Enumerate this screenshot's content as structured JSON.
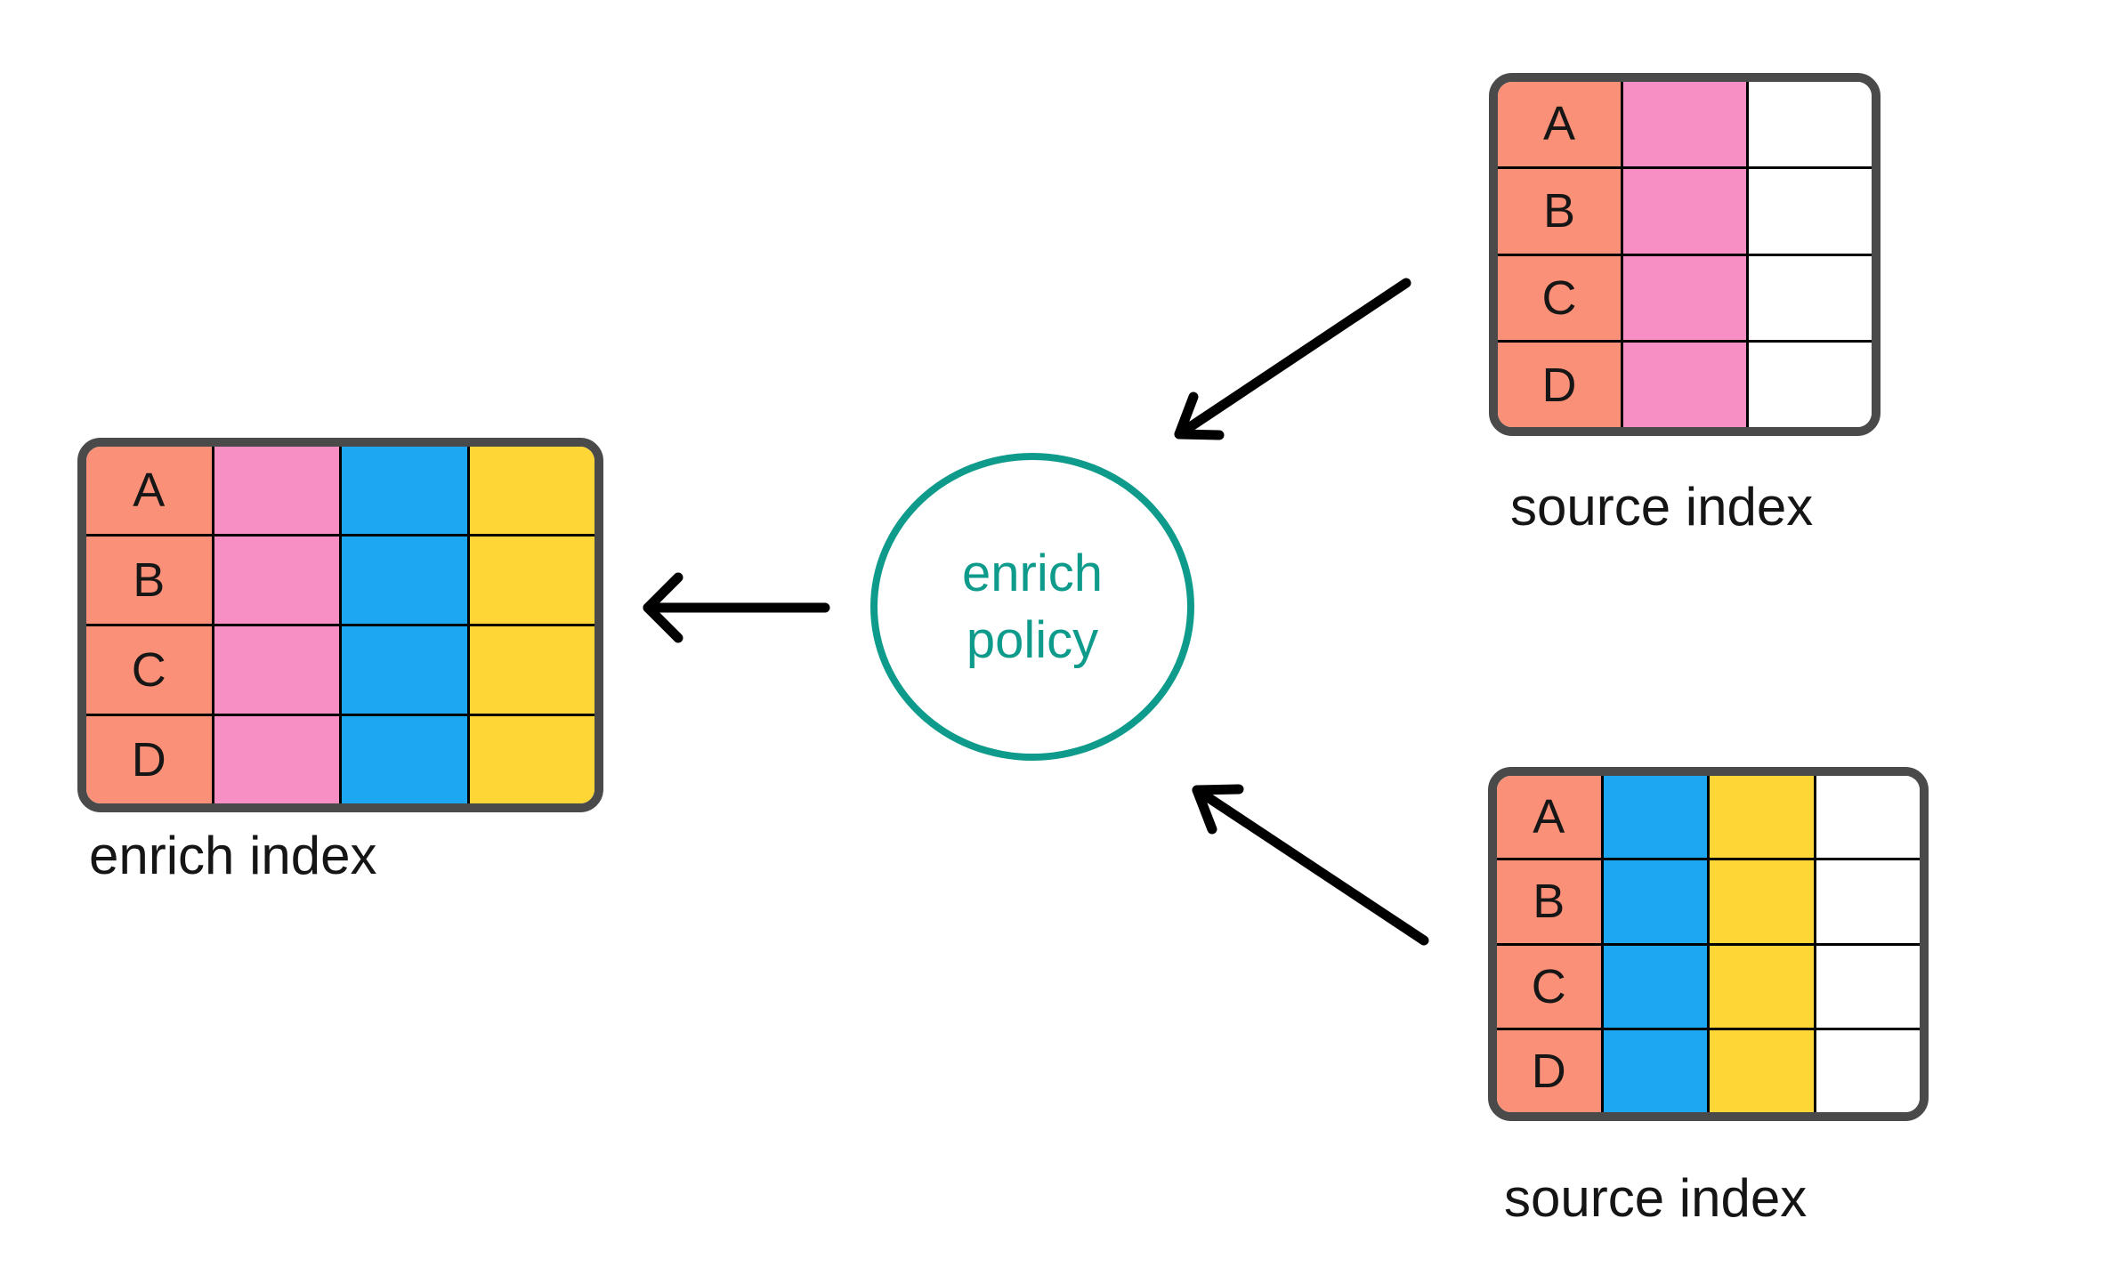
{
  "center_node": {
    "shape": "circle",
    "lines": [
      "enrich",
      "policy"
    ]
  },
  "tables": {
    "enrich_index": {
      "caption": "enrich index",
      "row_labels": [
        "A",
        "B",
        "C",
        "D"
      ],
      "columns": [
        "salmon",
        "pink",
        "blue",
        "yellow"
      ]
    },
    "source_index_top": {
      "caption": "source index",
      "row_labels": [
        "A",
        "B",
        "C",
        "D"
      ],
      "columns": [
        "salmon",
        "pink",
        "white"
      ]
    },
    "source_index_bottom": {
      "caption": "source index",
      "row_labels": [
        "A",
        "B",
        "C",
        "D"
      ],
      "columns": [
        "salmon",
        "blue",
        "yellow",
        "white"
      ]
    }
  },
  "arrows": [
    {
      "name": "source-top-to-policy",
      "from": "source index (top)",
      "to": "enrich policy"
    },
    {
      "name": "source-bottom-to-policy",
      "from": "source index (bottom)",
      "to": "enrich policy"
    },
    {
      "name": "policy-to-enrich-index",
      "from": "enrich policy",
      "to": "enrich index"
    }
  ],
  "colors": {
    "salmon": "#FA9077",
    "pink": "#F78FC5",
    "blue": "#1DA7F3",
    "yellow": "#FED636",
    "white": "#FFFFFF",
    "teal": "#0F9B8C",
    "table_border": "#4A4A4A",
    "grid_line": "#000000",
    "arrow": "#000000"
  }
}
